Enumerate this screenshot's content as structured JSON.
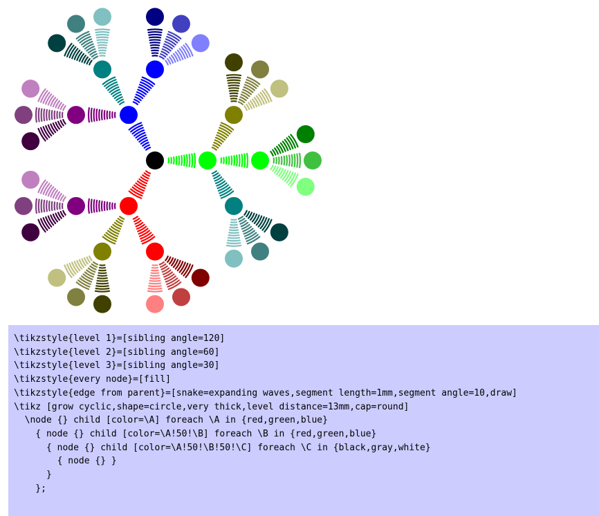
{
  "colors": {
    "panel_background": "#ccccff",
    "root": "#000000",
    "level1": [
      "#ff0000",
      "#00ff00",
      "#0000ff"
    ],
    "palette": {
      "red": "#ff0000",
      "green": "#00ff00",
      "blue": "#0000ff",
      "black": "#000000",
      "gray": "#808080",
      "white": "#ffffff"
    }
  },
  "tree": {
    "level1_colors": [
      "red",
      "green",
      "blue"
    ],
    "level2_colors": [
      "red",
      "green",
      "blue"
    ],
    "level3_colors": [
      "black",
      "gray",
      "white"
    ],
    "mix_percent": 50,
    "sibling_angles": [
      120,
      60,
      30
    ],
    "edge_style": "expanding waves"
  },
  "code": {
    "lines": [
      "\\tikzstyle{level 1}=[sibling angle=120]",
      "\\tikzstyle{level 2}=[sibling angle=60]",
      "\\tikzstyle{level 3}=[sibling angle=30]",
      "\\tikzstyle{every node}=[fill]",
      "\\tikzstyle{edge from parent}=[snake=expanding waves,segment length=1mm,segment angle=10,draw]",
      "",
      "\\tikz [grow cyclic,shape=circle,very thick,level distance=13mm,cap=round]",
      "  \\node {} child [color=\\A] foreach \\A in {red,green,blue}",
      "    { node {} child [color=\\A!50!\\B] foreach \\B in {red,green,blue}",
      "      { node {} child [color=\\A!50!\\B!50!\\C] foreach \\C in {black,gray,white}",
      "        { node {} }",
      "      }",
      "    };"
    ]
  }
}
